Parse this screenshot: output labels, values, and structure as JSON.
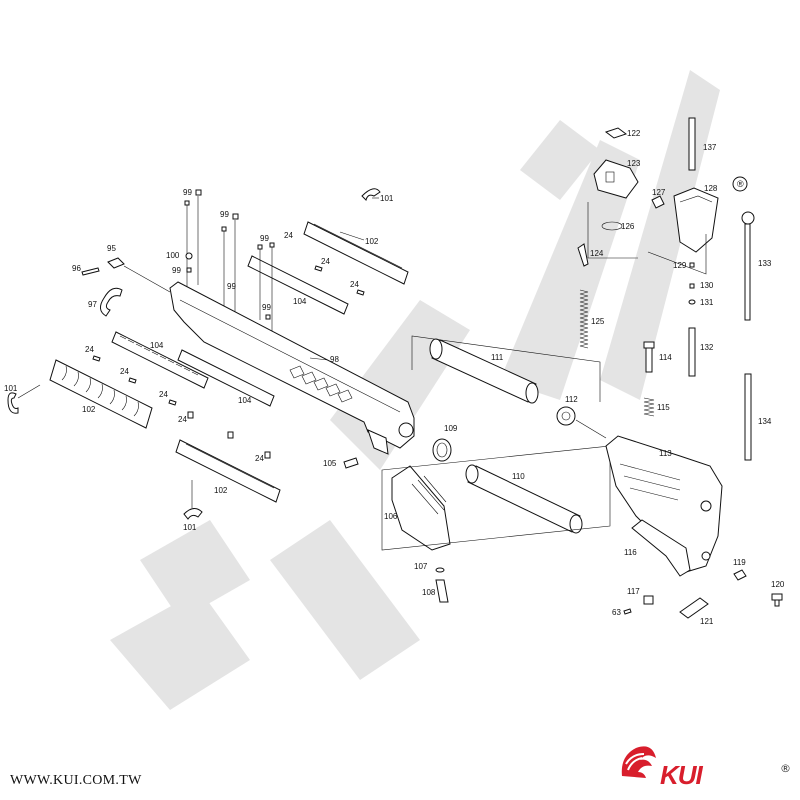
{
  "footer": {
    "website": "WWW.KUI.COM.TW",
    "brand": "KUI",
    "brand_mark": "®",
    "brand_color": "#d81e2c"
  },
  "diagram": {
    "registered_mark": "®",
    "watermark": "KUI",
    "watermark_color": "#e4e4e4",
    "labels": {
      "l101a": "101",
      "l102a": "102",
      "l101b": "101",
      "l102b": "102",
      "l101c": "101",
      "l102c": "102",
      "l95": "95",
      "l96": "96",
      "l97": "97",
      "l99a": "99",
      "l99b": "99",
      "l99c": "99",
      "l99d": "99",
      "l99e": "99",
      "l99f": "99",
      "l100": "100",
      "l24a": "24",
      "l24b": "24",
      "l24c": "24",
      "l24d": "24",
      "l24e": "24",
      "l24f": "24",
      "l24g": "24",
      "l104a": "104",
      "l104b": "104",
      "l104c": "104",
      "l98": "98",
      "l105": "105",
      "l106": "106",
      "l107": "107",
      "l108": "108",
      "l109": "109",
      "l110": "110",
      "l111": "111",
      "l112": "112",
      "l113": "113",
      "l114": "114",
      "l115": "115",
      "l116": "116",
      "l117": "117",
      "l63": "63",
      "l119": "119",
      "l120": "120",
      "l121": "121",
      "l122": "122",
      "l123": "123",
      "l124": "124",
      "l125": "125",
      "l126": "126",
      "l127": "127",
      "l128": "128",
      "l129": "129",
      "l130": "130",
      "l131": "131",
      "l132": "132",
      "l133": "133",
      "l134": "134",
      "l137": "137"
    }
  }
}
